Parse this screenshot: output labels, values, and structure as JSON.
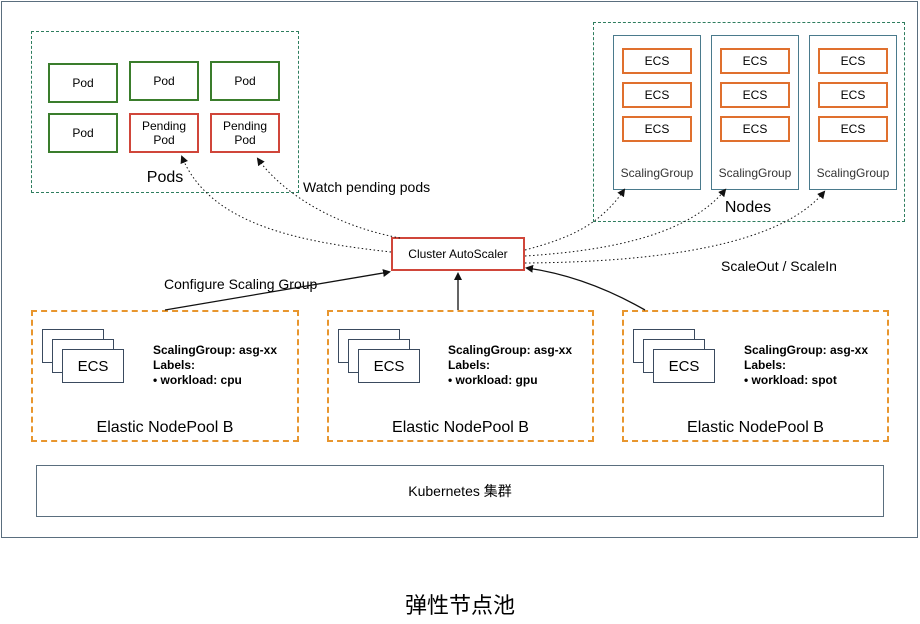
{
  "pods_group": {
    "title": "Pods",
    "pods": [
      {
        "label": "Pod",
        "state": "running"
      },
      {
        "label": "Pod",
        "state": "running"
      },
      {
        "label": "Pod",
        "state": "running"
      },
      {
        "label": "Pod",
        "state": "running"
      },
      {
        "label": "Pending\nPod",
        "state": "pending"
      },
      {
        "label": "Pending\nPod",
        "state": "pending"
      }
    ]
  },
  "nodes_group": {
    "title": "Nodes",
    "columns": [
      {
        "items": [
          "ECS",
          "ECS",
          "ECS"
        ],
        "label": "ScalingGroup"
      },
      {
        "items": [
          "ECS",
          "ECS",
          "ECS"
        ],
        "label": "ScalingGroup"
      },
      {
        "items": [
          "ECS",
          "ECS",
          "ECS"
        ],
        "label": "ScalingGroup"
      }
    ]
  },
  "autoscaler": {
    "label": "Cluster AutoScaler"
  },
  "edge_labels": {
    "watch": "Watch pending pods",
    "configure": "Configure Scaling Group",
    "scale": "ScaleOut / ScaleIn"
  },
  "nodepools": [
    {
      "ecs": "ECS",
      "sg": "ScalingGroup: asg-xx",
      "labels_title": "Labels:",
      "workload": "workload: cpu",
      "title": "Elastic NodePool B"
    },
    {
      "ecs": "ECS",
      "sg": "ScalingGroup: asg-xx",
      "labels_title": "Labels:",
      "workload": "workload: gpu",
      "title": "Elastic NodePool B"
    },
    {
      "ecs": "ECS",
      "sg": "ScalingGroup: asg-xx",
      "labels_title": "Labels:",
      "workload": "workload: spot",
      "title": "Elastic NodePool B"
    }
  ],
  "cluster": {
    "label": "Kubernetes 集群"
  },
  "caption": "弹性节点池",
  "colors": {
    "running_border": "#3a7d2c",
    "pending_border": "#d0463a",
    "ecs_border": "#e0702e",
    "pool_border": "#e8962e",
    "group_border": "#2e7d5e"
  }
}
